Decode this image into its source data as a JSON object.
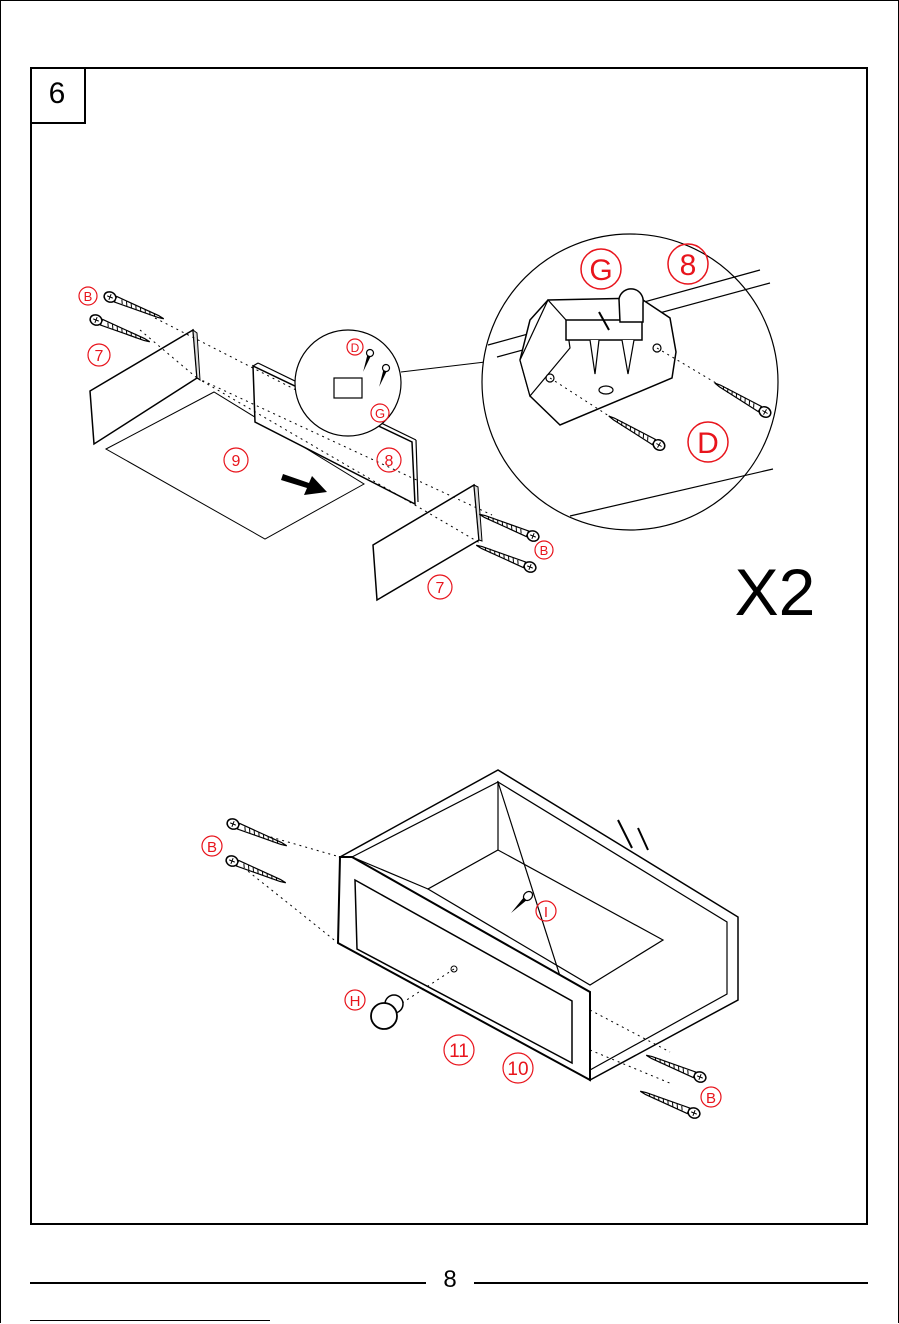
{
  "step": {
    "number": "6"
  },
  "labels": {
    "screw_b": "B",
    "screw_d": "D",
    "bracket_g": "G",
    "knob_h": "H",
    "screw_i": "I",
    "side_panel": "7",
    "back_panel": "8",
    "bottom_panel": "9",
    "front_panel_inner": "10",
    "front_panel_outer": "11"
  },
  "quantity": "X2",
  "page": {
    "number": "8"
  },
  "colors": {
    "label_red": "#e8141c",
    "line": "#000000"
  }
}
